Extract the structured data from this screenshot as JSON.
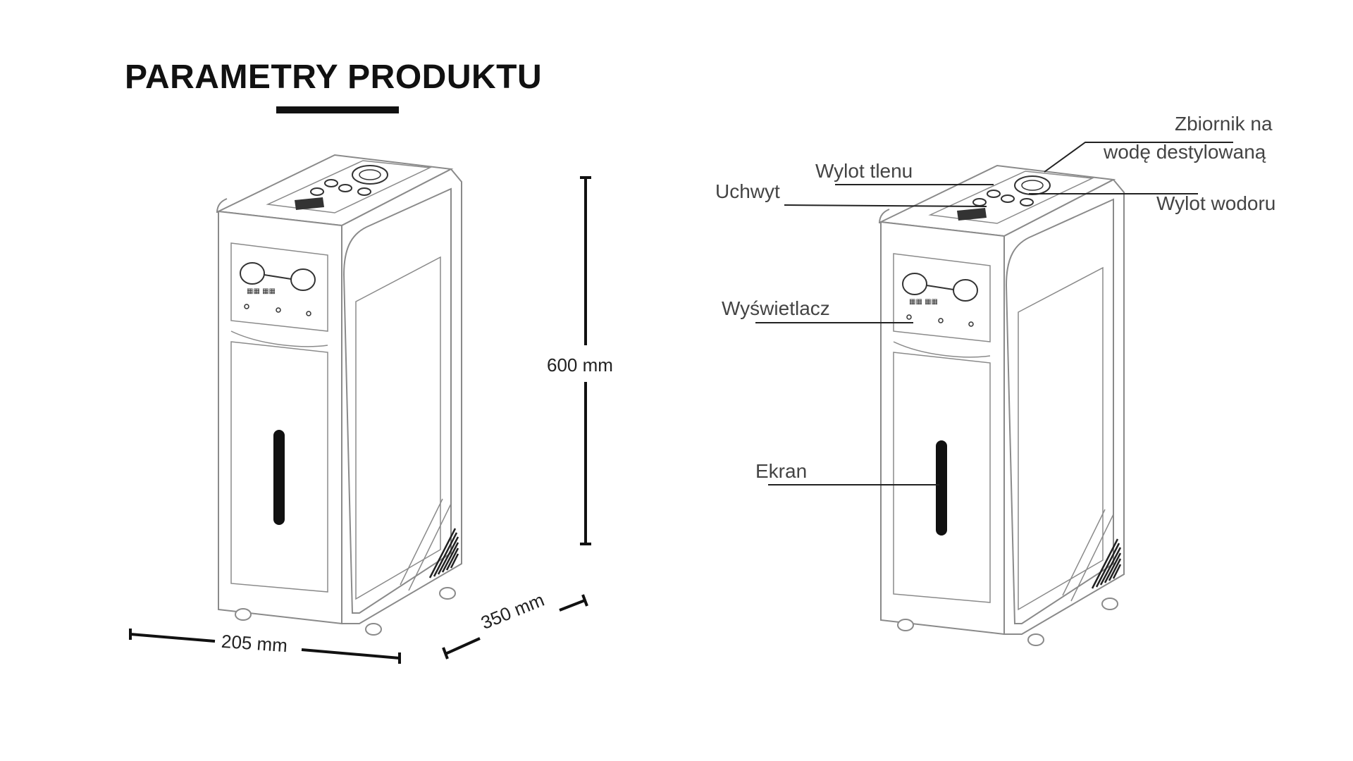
{
  "header": {
    "title": "PARAMETRY PRODUKTU"
  },
  "dimensions": {
    "height": "600 mm",
    "width": "205 mm",
    "depth": "350 mm"
  },
  "callouts": {
    "tank_line1": "Zbiornik na",
    "tank_line2": "wodę destylowaną",
    "oxygen_outlet": "Wylot tlenu",
    "handle": "Uchwyt",
    "hydrogen_outlet": "Wylot wodoru",
    "display": "Wyświetlacz",
    "screen": "Ekran"
  },
  "colors": {
    "outline": "#8a8a8a",
    "dark": "#111111",
    "text": "#444444"
  }
}
